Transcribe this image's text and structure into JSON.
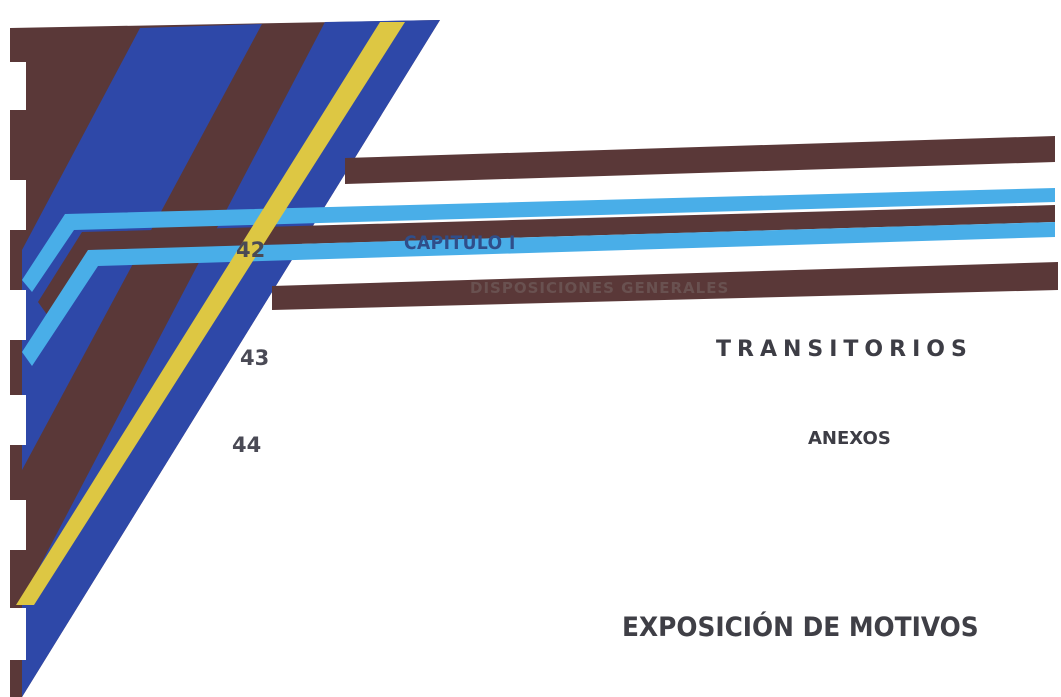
{
  "colors": {
    "band_brown": "#5a3838",
    "band_blue": "#2e48a8",
    "band_light_blue": "#49aee8",
    "band_yellow": "#ddc743",
    "text_dark": "#45454c",
    "text_blue": "#2f4e8a"
  },
  "numbers": {
    "first": "42",
    "second": "43",
    "third": "44"
  },
  "headings": {
    "chapter": "CAPITULO I",
    "section_faded": "DISPOSICIONES GENERALES",
    "transitorios": "TRANSITORIOS",
    "anexos": "ANEXOS",
    "exposicion": "EXPOSICIÓN DE MOTIVOS"
  }
}
